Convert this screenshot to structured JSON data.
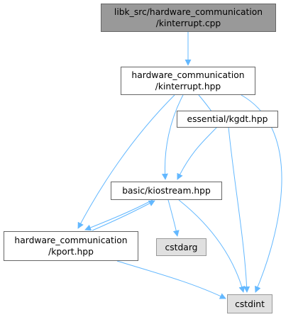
{
  "colors": {
    "edge": "#63b8ff",
    "node_border": "#666666",
    "root_fill": "#999999",
    "external_fill": "#e0e0e0",
    "external_border": "#999999"
  },
  "nodes": {
    "kinterrupt_cpp": {
      "line1": "libk_src/hardware_communication",
      "line2": "/kinterrupt.cpp"
    },
    "kinterrupt_hpp": {
      "line1": "hardware_communication",
      "line2": "/kinterrupt.hpp"
    },
    "kgdt_hpp": {
      "label": "essential/kgdt.hpp"
    },
    "kiostream_hpp": {
      "label": "basic/kiostream.hpp"
    },
    "kport_hpp": {
      "line1": "hardware_communication",
      "line2": "/kport.hpp"
    },
    "cstdarg": {
      "label": "cstdarg"
    },
    "cstdint": {
      "label": "cstdint"
    }
  }
}
